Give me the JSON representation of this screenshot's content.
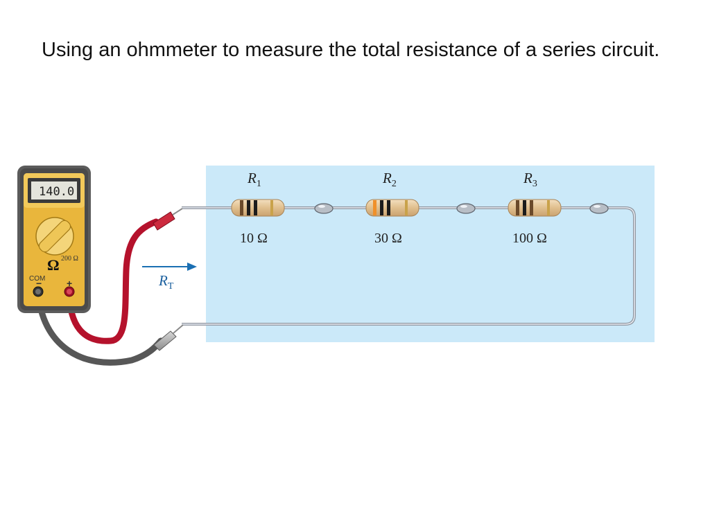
{
  "caption": "Using an ohmmeter to measure the total resistance of a series circuit.",
  "meter": {
    "display": "140.0",
    "unit_symbol": "Ω",
    "range_label": "200 Ω",
    "com_label": "COM",
    "minus_symbol": "−",
    "plus_symbol": "+"
  },
  "resistors": [
    {
      "name": "R",
      "sub": "1",
      "value": "10 Ω"
    },
    {
      "name": "R",
      "sub": "2",
      "value": "30 Ω"
    },
    {
      "name": "R",
      "sub": "3",
      "value": "100 Ω"
    }
  ],
  "total": {
    "name": "R",
    "sub": "T"
  },
  "colors": {
    "panel": "#cbe9f9",
    "wire": "#9aa0aa",
    "meter_body": "#e9b63c",
    "meter_case": "#5b5b5b",
    "red_lead": "#b5122c",
    "black_lead": "#5a5a5a",
    "arrow": "#1a6fb3",
    "resistor_body": "#e3c59a"
  }
}
